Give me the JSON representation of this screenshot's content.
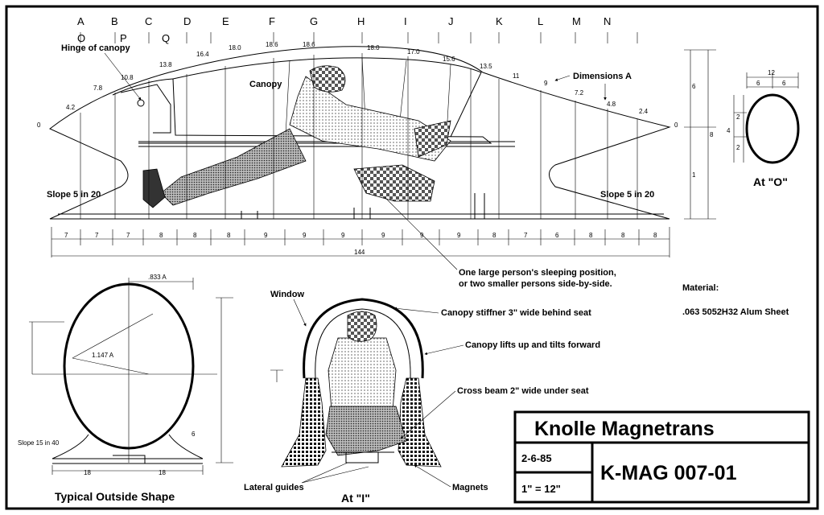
{
  "columns_top": [
    "A",
    "B",
    "C",
    "D",
    "E",
    "F",
    "G",
    "H",
    "I",
    "J",
    "K",
    "L",
    "M",
    "N"
  ],
  "columns_second": [
    "O",
    "P",
    "Q"
  ],
  "side_view": {
    "hinge_label": "Hinge of canopy",
    "canopy_label": "Canopy",
    "dimensions_label": "Dimensions A",
    "slope_left": "Slope 5 in 20",
    "slope_right": "Slope 5 in 20",
    "zero_left": "0",
    "zero_right": "0",
    "top_dims": [
      "4.2",
      "7.8",
      "10.8",
      "13.8",
      "16.4",
      "18.0",
      "18.6",
      "18.6",
      "18.0",
      "17.0",
      "15.6",
      "13.5",
      "11",
      "9",
      "7.2",
      "4.8",
      "2.4"
    ],
    "bottom_dims": [
      "7",
      "7",
      "7",
      "8",
      "8",
      "8",
      "9",
      "9",
      "9",
      "9",
      "9",
      "9",
      "8",
      "7",
      "6",
      "8",
      "8",
      "8"
    ],
    "total_length": "144",
    "right_height_dims": [
      "6",
      "1",
      "8"
    ]
  },
  "section_o": {
    "label": "At \"O\"",
    "top_dims": [
      "12",
      "6",
      "6"
    ],
    "side_dims": [
      "4",
      "2",
      "2"
    ]
  },
  "note_sleep": {
    "line1": "One large person's sleeping position,",
    "line2": "or two smaller persons side-by-side."
  },
  "material": {
    "heading": "Material:",
    "spec": ".063 5052H32 Alum  Sheet"
  },
  "outside_shape": {
    "title": "Typical Outside Shape",
    "dim_top": ".833 A",
    "dim_radius": "1.147 A",
    "slope": "Slope 15 in 40",
    "base_left": "18",
    "base_right": "18",
    "fillet": "6"
  },
  "section_i": {
    "label": "At \"I\"",
    "window": "Window",
    "stiffner": "Canopy stiffner 3\" wide    behind seat",
    "lifts": "Canopy lifts up and tilts forward",
    "crossbeam": "Cross beam 2\" wide     under seat",
    "guides": "Lateral guides",
    "magnets": "Magnets"
  },
  "title_block": {
    "title": "Knolle Magnetrans",
    "date": "2-6-85",
    "scale": "1\" = 12\"",
    "drawing_no": "K-MAG 007-01"
  }
}
